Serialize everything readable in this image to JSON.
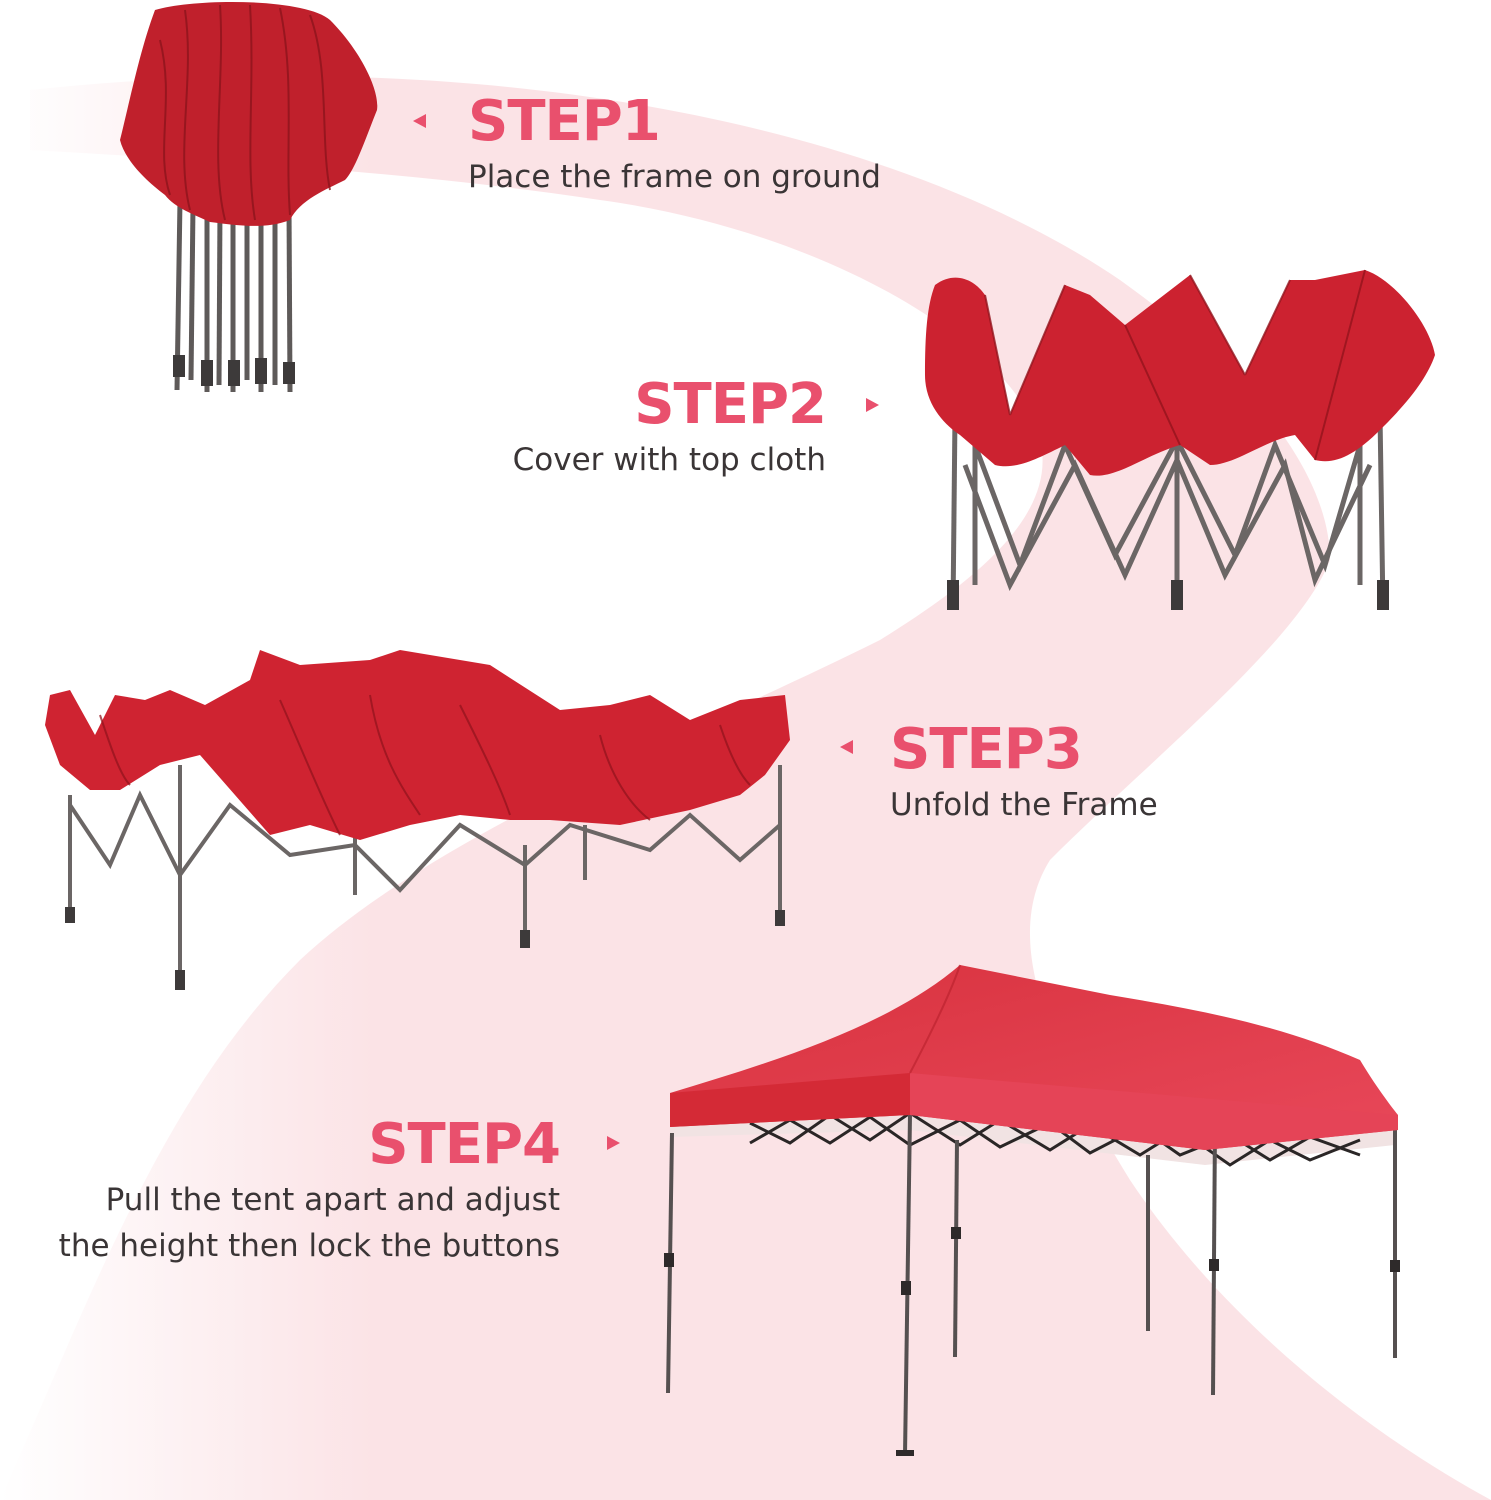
{
  "colors": {
    "accent": "#e9506d",
    "text": "#3a3536",
    "swoosh": "#fbe3e6",
    "canopy": "#d32532",
    "canopy_dark": "#a8161f",
    "frame": "#5e5a59"
  },
  "steps": [
    {
      "title": "STEP1",
      "description": "Place the frame on ground",
      "arrow": "left",
      "image": "folded-tent-frame"
    },
    {
      "title": "STEP2",
      "description": "Cover with top cloth",
      "arrow": "right",
      "image": "tent-frame-with-cloth"
    },
    {
      "title": "STEP3",
      "description": "Unfold the Frame",
      "arrow": "left",
      "image": "partially-unfolded-tent"
    },
    {
      "title": "STEP4",
      "description_lines": [
        "Pull the tent apart and adjust",
        "the height then lock the buttons"
      ],
      "arrow": "right",
      "image": "fully-assembled-canopy-tent"
    }
  ]
}
